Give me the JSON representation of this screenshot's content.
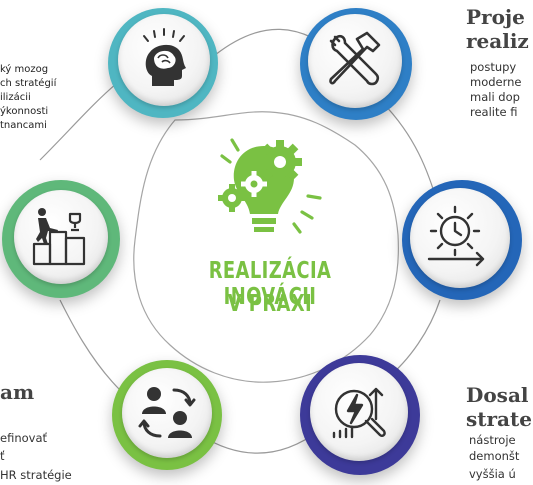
{
  "center": {
    "line1": "REALIZÁCIA INOVÁCII",
    "line2": "V PRAXI",
    "accent_color": "#7ac143"
  },
  "nodes": [
    {
      "icon": "brain-head-icon",
      "ring_color": "#4fb6c2"
    },
    {
      "icon": "tools-wrench-hammer-icon",
      "ring_color": "#2e7fc6"
    },
    {
      "icon": "gear-clock-arrow-icon",
      "ring_color": "#2466b8"
    },
    {
      "icon": "energy-chart-icon",
      "ring_color": "#3d3a99"
    },
    {
      "icon": "people-exchange-icon",
      "ring_color": "#7ac143"
    },
    {
      "icon": "podium-trophy-icon",
      "ring_color": "#5fb87a"
    }
  ],
  "top_left": {
    "lines": [
      "ký mozog",
      "ch stratégií",
      "ilizácii",
      "ýkonnosti",
      "tnancami"
    ]
  },
  "top_right": {
    "heading": [
      "Proje",
      "realiz"
    ],
    "lines": [
      "postupy",
      "moderne",
      "mali dop",
      "realite fi"
    ]
  },
  "bottom_left": {
    "heading": "am",
    "lines": [
      "efinovať",
      "ť",
      "HR stratégie"
    ]
  },
  "bottom_right": {
    "heading": [
      "Dosal",
      "strate"
    ],
    "lines": [
      "nástroje",
      "demonšt",
      "vyššia ú"
    ]
  }
}
